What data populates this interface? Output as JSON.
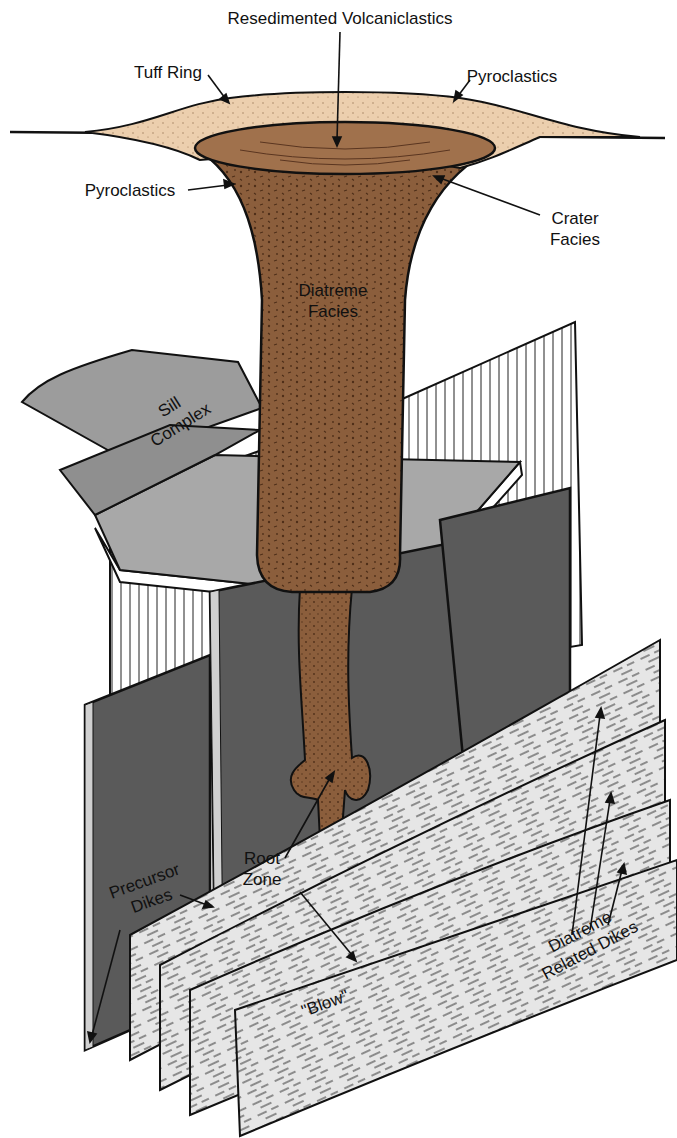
{
  "diagram": {
    "labels": [
      "Resedimented Volcaniclastics",
      "Tuff Ring",
      "Pyroclastics",
      "Pyroclastics",
      "Crater Facies",
      "Diatreme Facies",
      "Sill Complex",
      "Precursor Dikes",
      "Root Zone",
      "\"Blow\"",
      "Diatreme Related Dikes"
    ]
  }
}
